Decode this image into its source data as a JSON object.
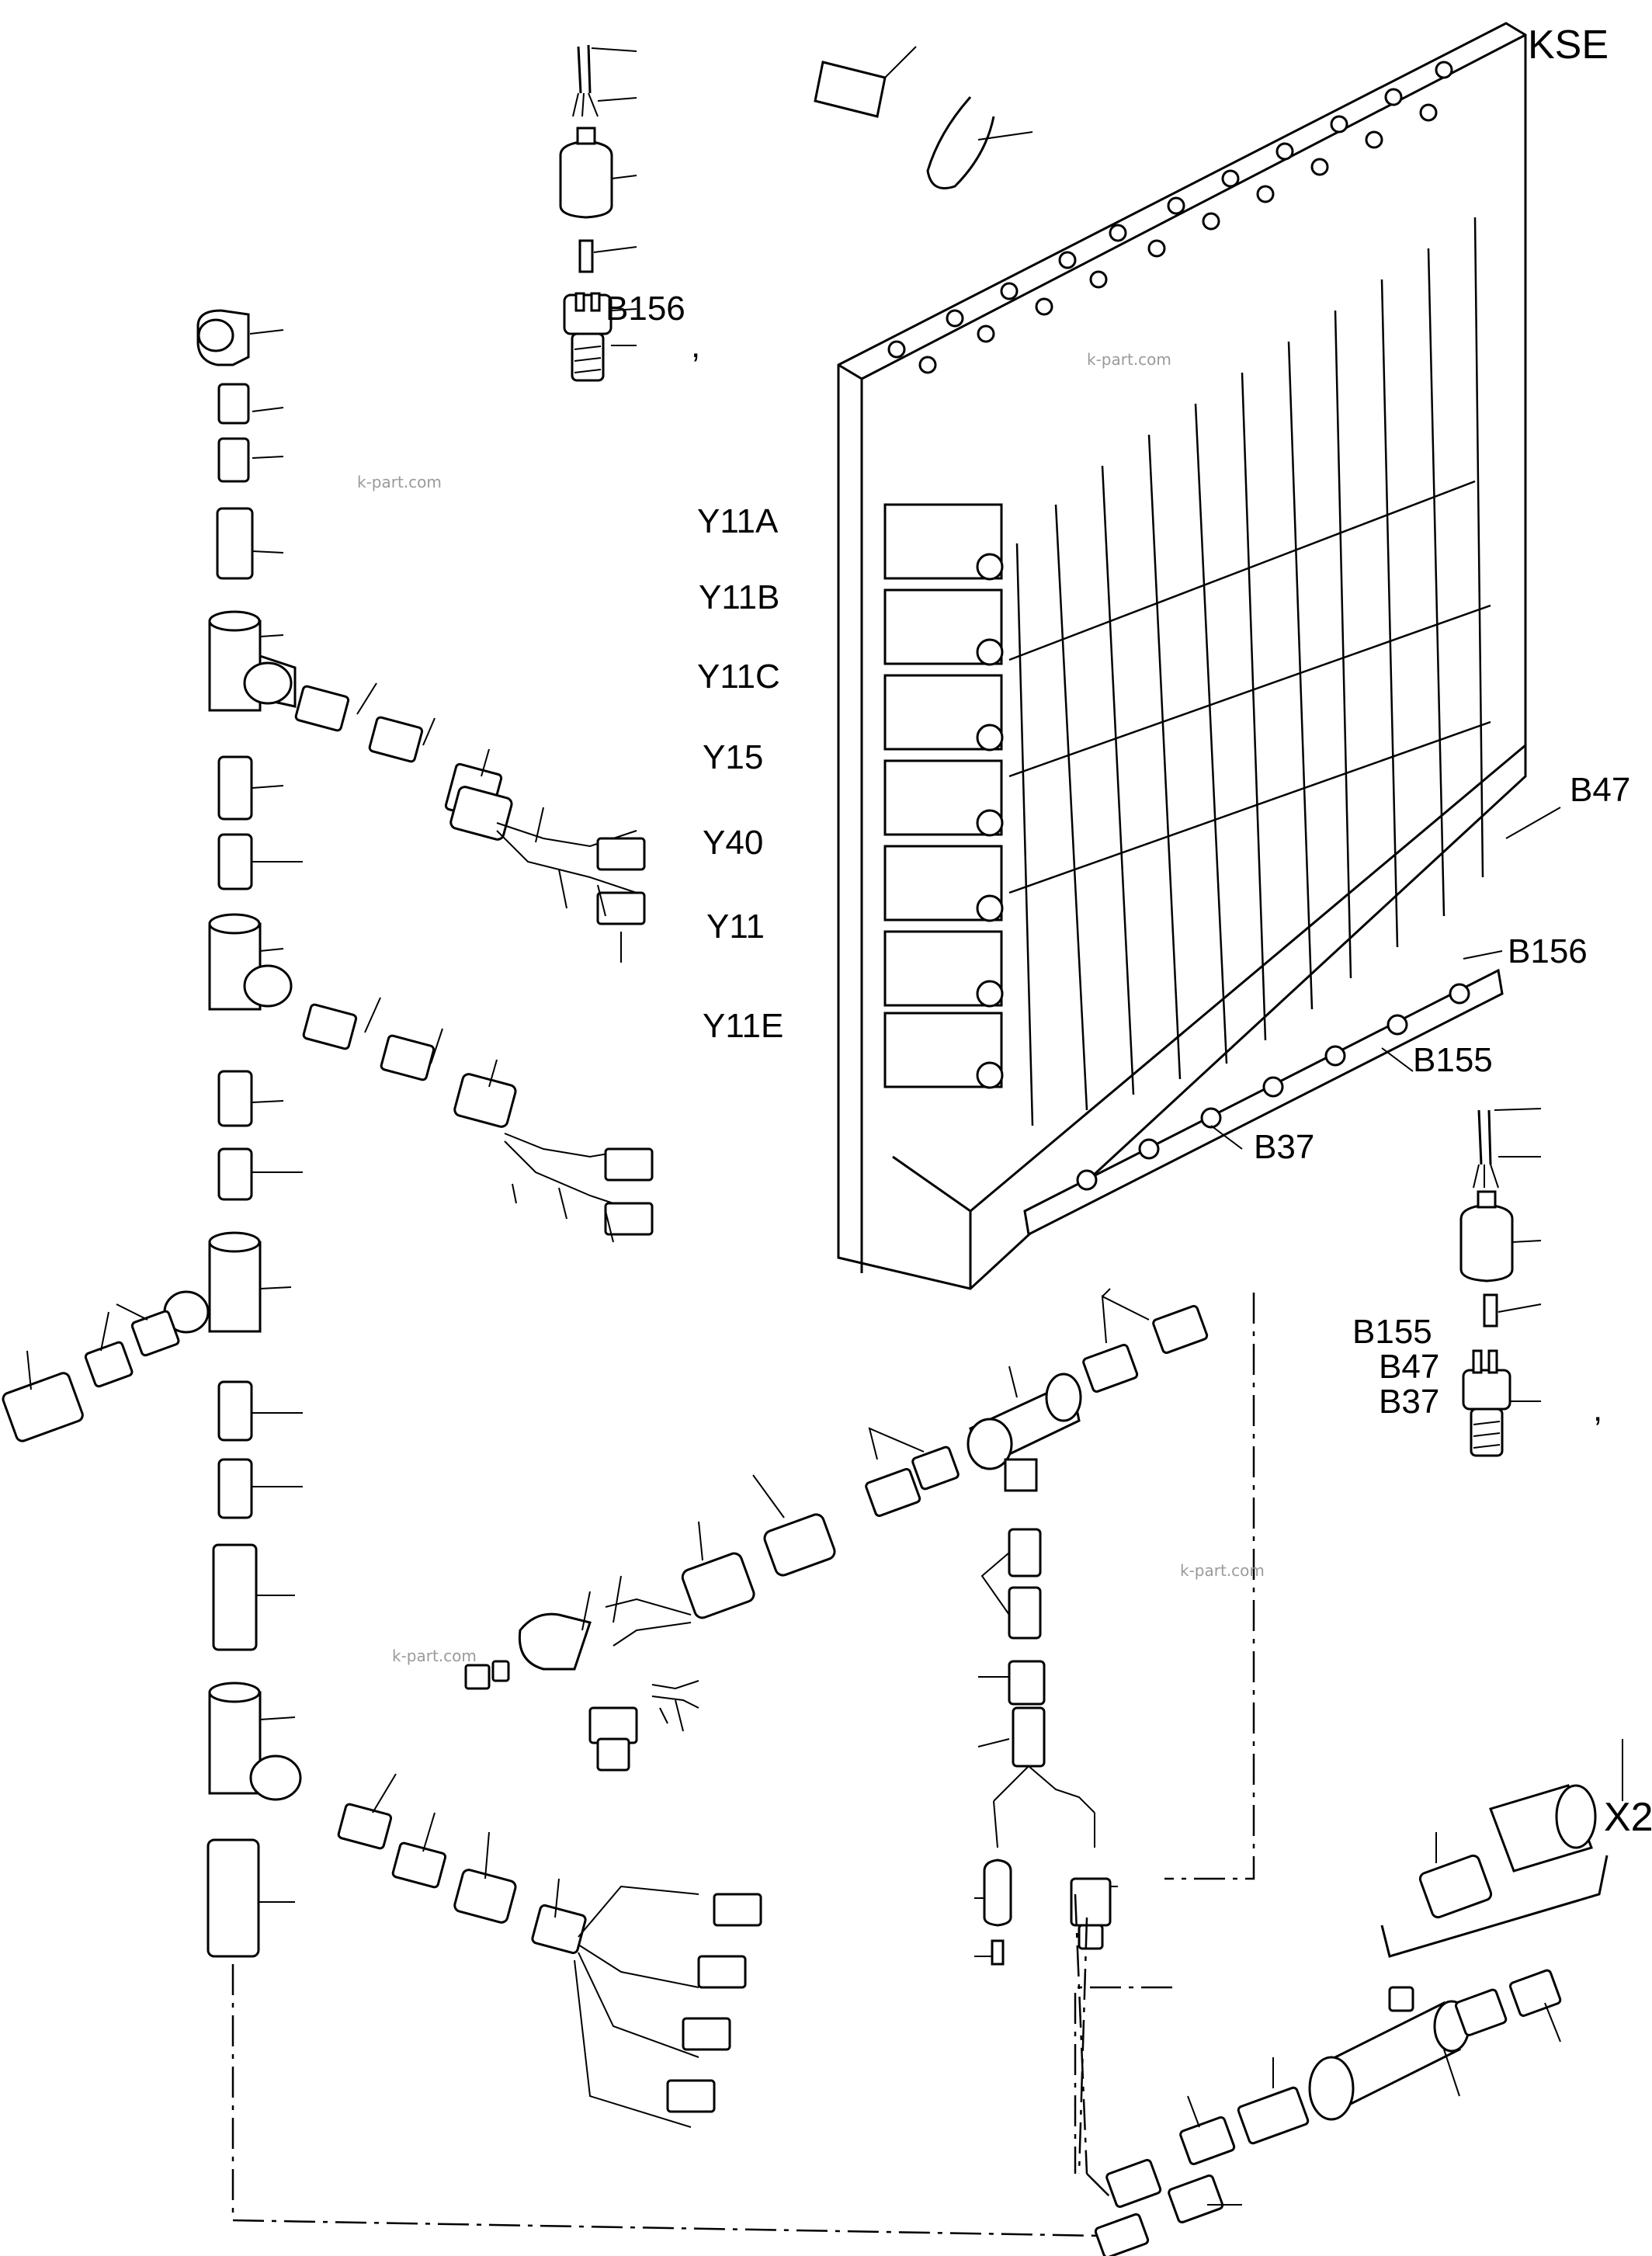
{
  "diagram": {
    "title": "KSE",
    "valve_labels": [
      "Y11A",
      "Y11B",
      "Y11C",
      "Y15",
      "Y40",
      "Y11",
      "Y11E"
    ],
    "sensor_labels": {
      "b47": "B47",
      "b156": "B156",
      "b155": "B155",
      "b37": "B37"
    },
    "top_sensor": {
      "label": "B156",
      "suffix": ","
    },
    "right_sensor": {
      "labels": [
        "B155",
        "B47",
        "B37"
      ],
      "suffix": ","
    },
    "connector_label": "X2",
    "watermarks": [
      "k-part.com",
      "k-part.com",
      "k-part.com",
      "k-part.com"
    ]
  }
}
